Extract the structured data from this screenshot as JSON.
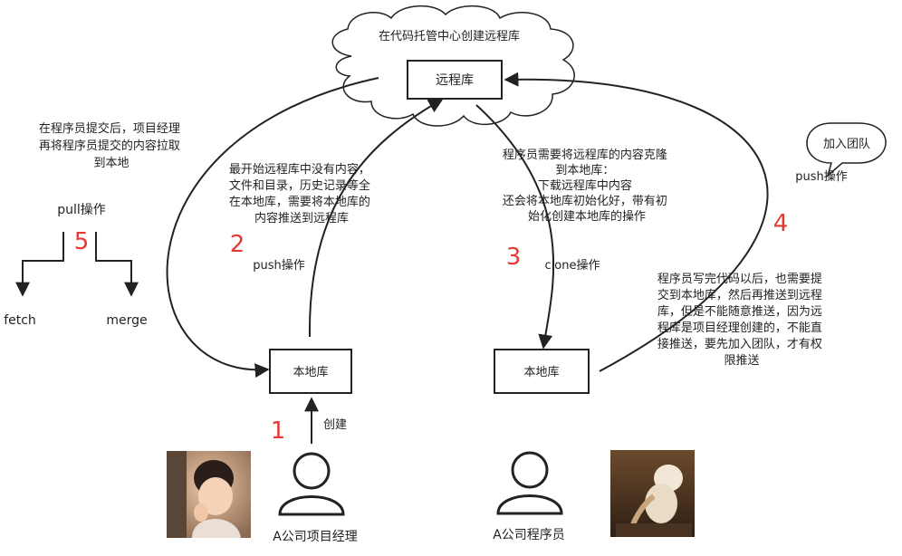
{
  "cloud": {
    "label": "在代码托管中心创建远程库"
  },
  "boxes": {
    "remote": "远程库",
    "local_manager": "本地库",
    "local_programmer": "本地库"
  },
  "bubble": {
    "label": "加入团队"
  },
  "steps": {
    "s1": {
      "num": "1",
      "label": "创建"
    },
    "s2": {
      "num": "2",
      "label": "push操作",
      "desc": [
        "最开始远程库中没有内容，",
        "文件和目录，历史记录等全",
        "在本地库，需要将本地库的",
        "内容推送到远程库"
      ]
    },
    "s3": {
      "num": "3",
      "label": "clone操作",
      "desc": [
        "程序员需要将远程库的内容克隆",
        "到本地库：",
        "下载远程库中内容",
        "还会将本地库初始化好，带有初",
        "始化创建本地库的操作"
      ]
    },
    "s4": {
      "num": "4",
      "label": "push操作",
      "desc": [
        "程序员写完代码以后，也需要提",
        "交到本地库，然后再推送到远程",
        "库，但是不能随意推送，因为远",
        "程库是项目经理创建的，不能直",
        "接推送，要先加入团队，才有权",
        "限推送"
      ]
    },
    "s5": {
      "num": "5",
      "label": "pull操作",
      "desc": [
        "在程序员提交后，项目经理",
        "再将程序员提交的内容拉取",
        "到本地"
      ],
      "fetch": "fetch",
      "merge": "merge"
    }
  },
  "people": {
    "manager": "A公司项目经理",
    "programmer": "A公司程序员"
  },
  "colors": {
    "step_number": "#e53935",
    "line": "#222222"
  }
}
